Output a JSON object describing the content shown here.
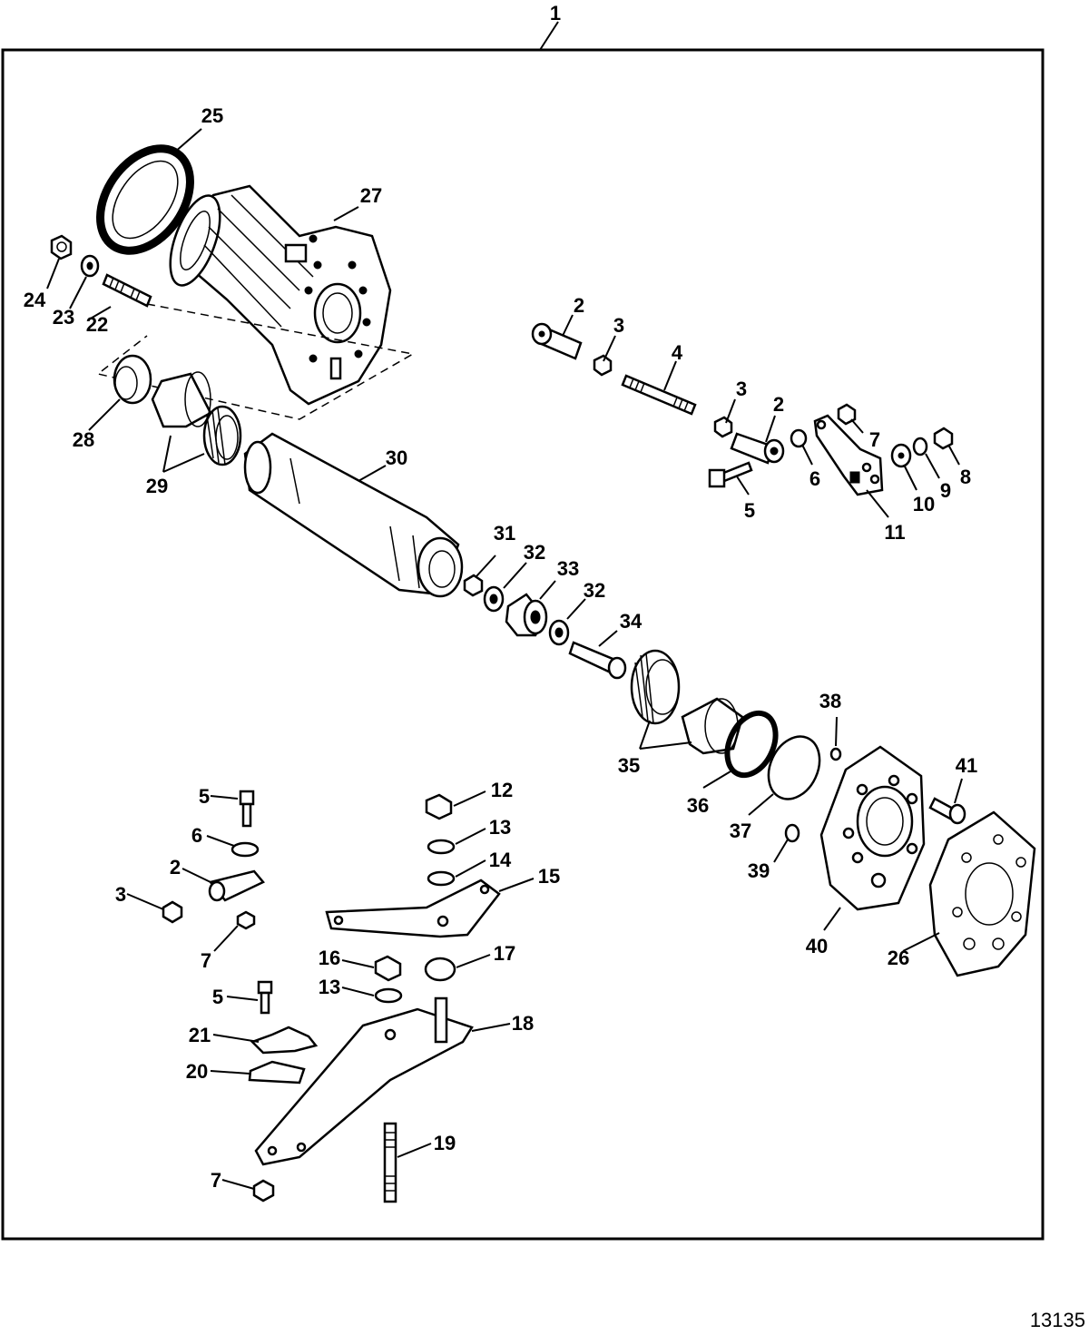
{
  "figure_number": "13135",
  "callouts": [
    {
      "n": "1"
    },
    {
      "n": "2"
    },
    {
      "n": "3"
    },
    {
      "n": "4"
    },
    {
      "n": "3"
    },
    {
      "n": "2"
    },
    {
      "n": "7"
    },
    {
      "n": "6"
    },
    {
      "n": "10"
    },
    {
      "n": "9"
    },
    {
      "n": "8"
    },
    {
      "n": "5"
    },
    {
      "n": "11"
    },
    {
      "n": "25"
    },
    {
      "n": "27"
    },
    {
      "n": "24"
    },
    {
      "n": "23"
    },
    {
      "n": "22"
    },
    {
      "n": "28"
    },
    {
      "n": "29"
    },
    {
      "n": "30"
    },
    {
      "n": "31"
    },
    {
      "n": "32"
    },
    {
      "n": "33"
    },
    {
      "n": "32"
    },
    {
      "n": "34"
    },
    {
      "n": "35"
    },
    {
      "n": "36"
    },
    {
      "n": "37"
    },
    {
      "n": "38"
    },
    {
      "n": "39"
    },
    {
      "n": "40"
    },
    {
      "n": "41"
    },
    {
      "n": "26"
    },
    {
      "n": "5"
    },
    {
      "n": "6"
    },
    {
      "n": "2"
    },
    {
      "n": "3"
    },
    {
      "n": "7"
    },
    {
      "n": "12"
    },
    {
      "n": "13"
    },
    {
      "n": "14"
    },
    {
      "n": "15"
    },
    {
      "n": "16"
    },
    {
      "n": "17"
    },
    {
      "n": "13"
    },
    {
      "n": "5"
    },
    {
      "n": "21"
    },
    {
      "n": "20"
    },
    {
      "n": "18"
    },
    {
      "n": "19"
    },
    {
      "n": "7"
    }
  ]
}
